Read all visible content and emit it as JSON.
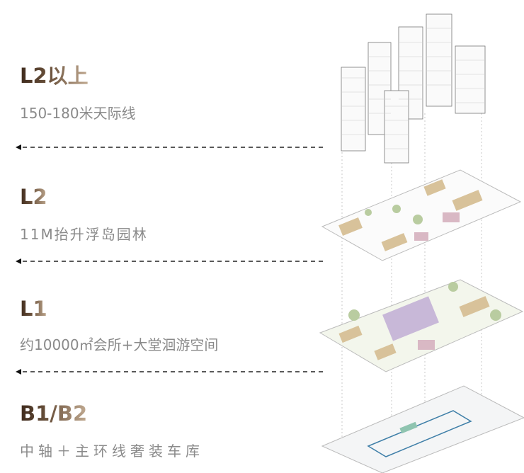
{
  "levels": [
    {
      "title": "L2以上",
      "subtitle": "150-180米天际线"
    },
    {
      "title": "L2",
      "subtitle": "11M抬升浮岛园林"
    },
    {
      "title": "L1",
      "subtitle": "约10000㎡会所+大堂洄游空间"
    },
    {
      "title": "B1/B2",
      "subtitle": "中轴＋主环线奢装车库"
    }
  ],
  "colors": {
    "title_dark": "#3e2a1c",
    "title_light": "#c2ab92",
    "subtitle": "#8a8a8a",
    "building": "#d8c29a",
    "plaza": "#c8b8d8",
    "greenery": "#b9cca0",
    "ramp": "#3f7fa8"
  }
}
